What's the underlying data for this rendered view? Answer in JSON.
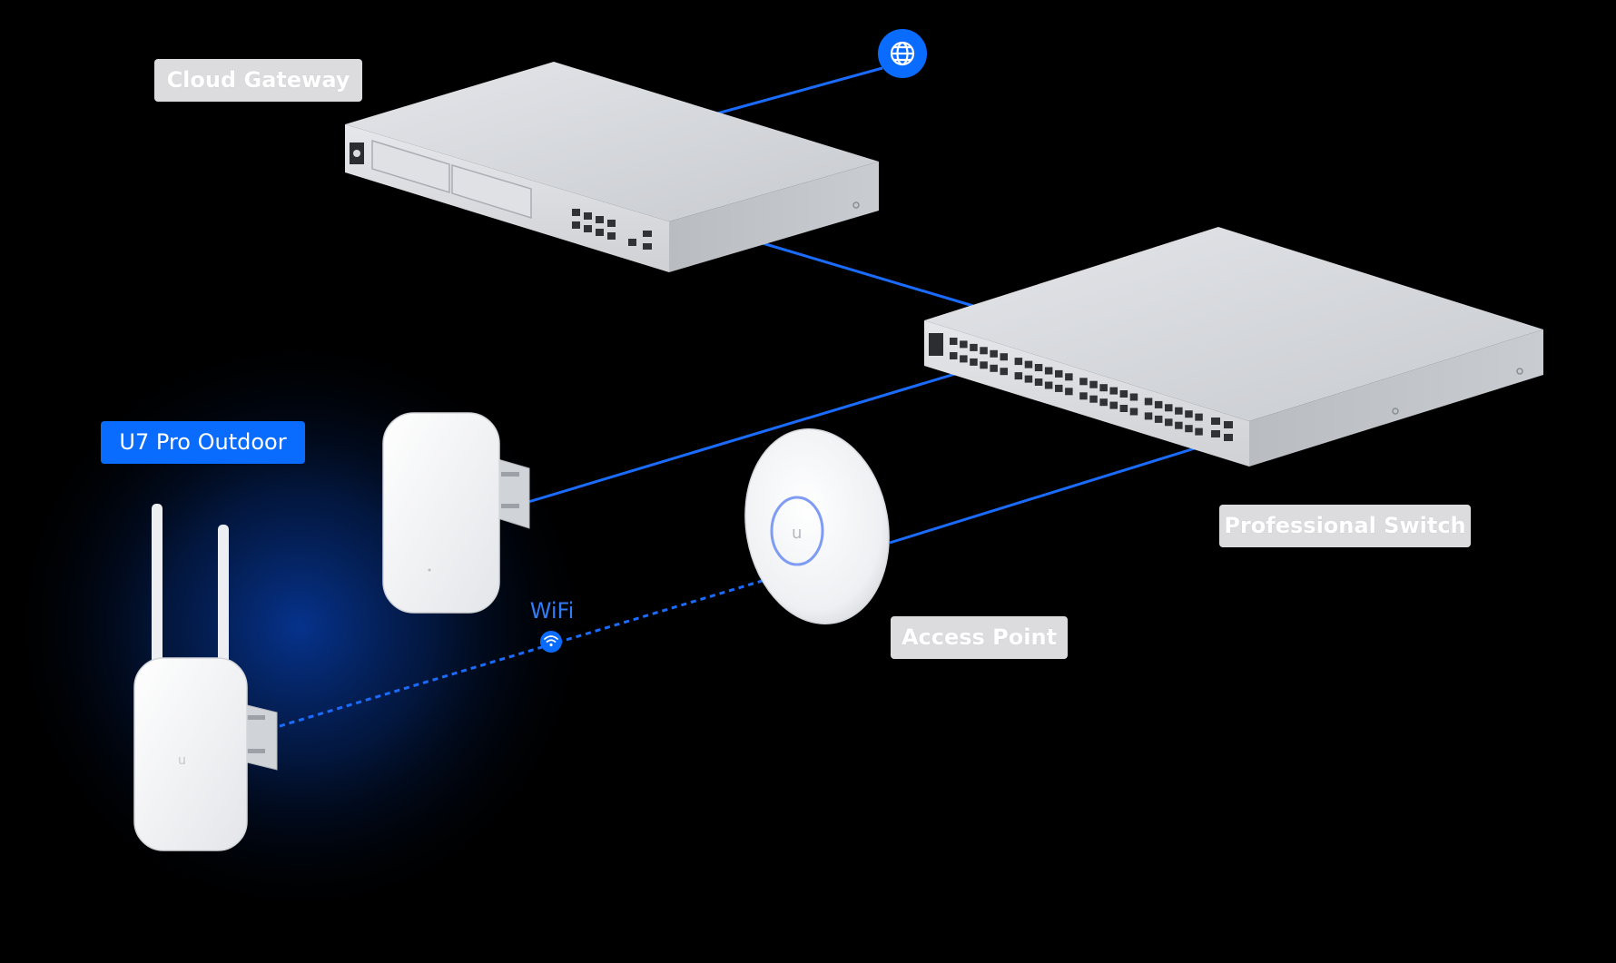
{
  "labels": {
    "cloud_gateway": "Cloud Gateway",
    "professional_switch": "Professional Switch",
    "access_point": "Access Point",
    "u7_pro_outdoor": "U7 Pro Outdoor",
    "wifi": "WiFi"
  },
  "icons": {
    "internet": "globe-icon",
    "wireless": "wifi-icon"
  },
  "colors": {
    "background": "#000000",
    "link": "#1a6cff",
    "highlight": "#0a6cff",
    "label_bg": "#dcdcde",
    "device_body": "#d4d6da"
  }
}
